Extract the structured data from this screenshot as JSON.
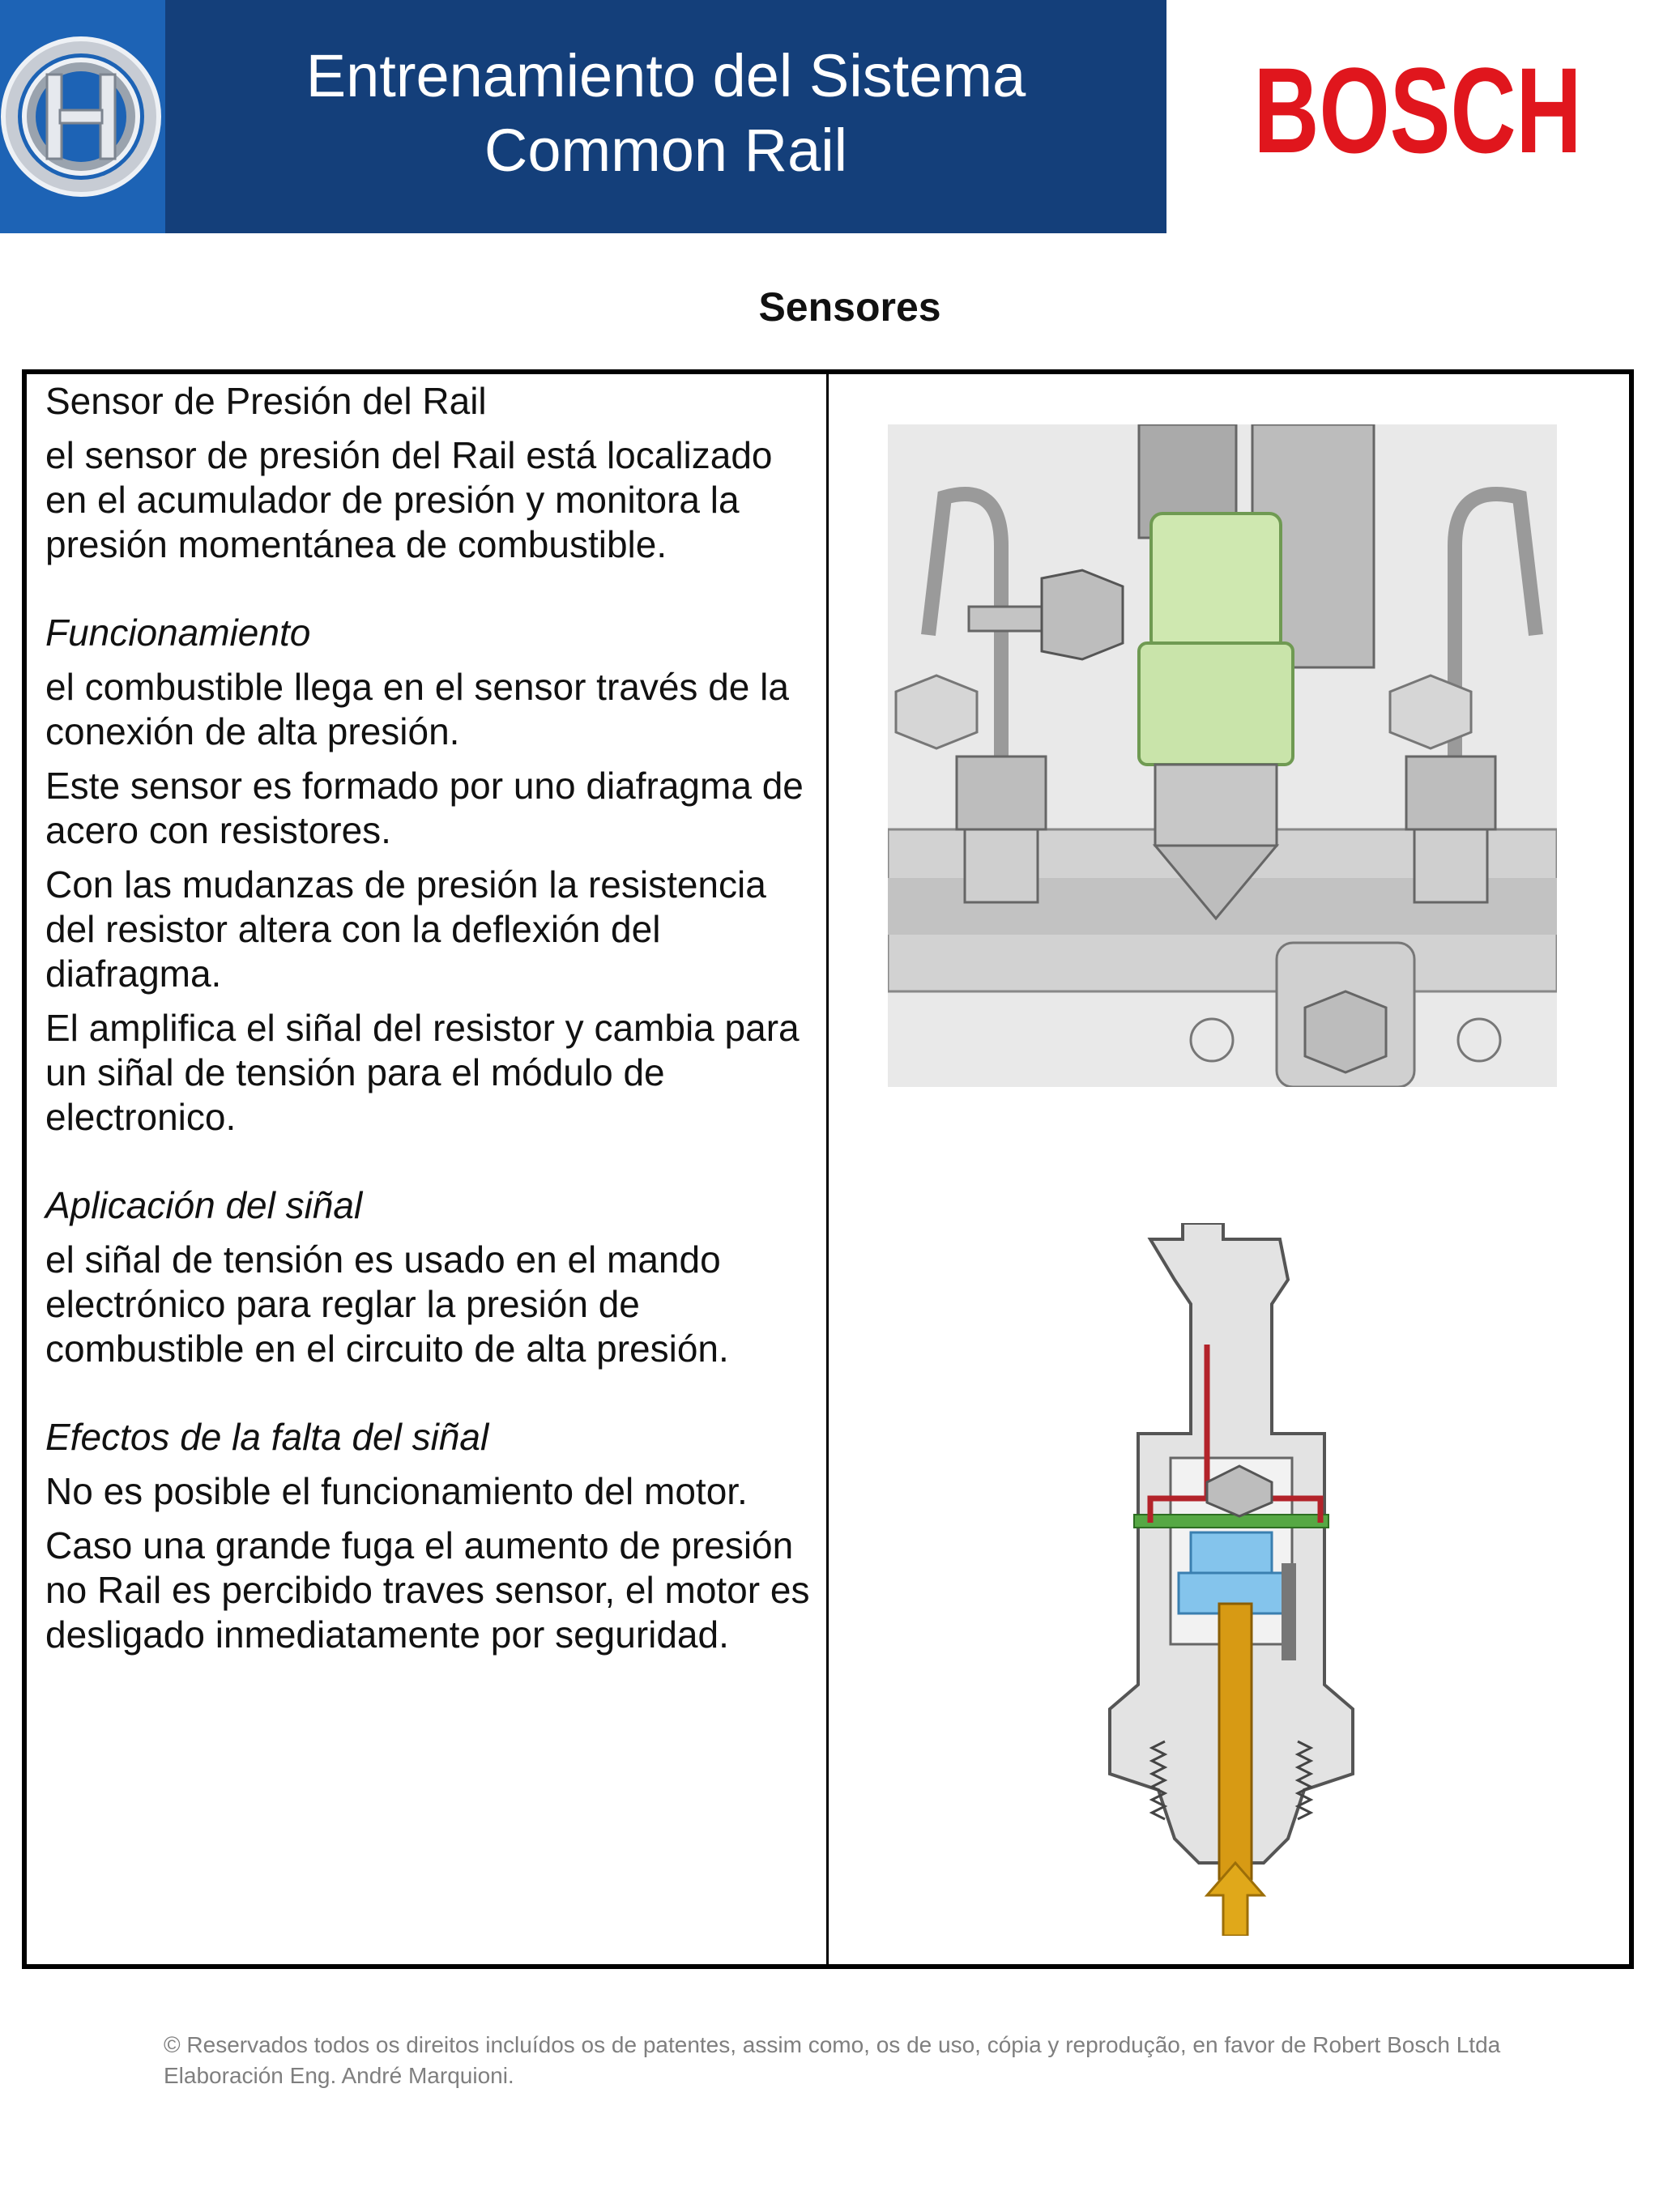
{
  "header": {
    "title_line1": "Entrenamiento del Sistema",
    "title_line2": "Common Rail",
    "brand": "BOSCH",
    "band_color": "#143f7a",
    "logo_tile_color": "#1d63b5",
    "brand_color": "#e0161d"
  },
  "section_title": "Sensores",
  "content": {
    "title": "Sensor de Presión del Rail",
    "intro": "el sensor de presión del Rail está localizado en el acumulador de presión y monitora la presión momentánea de combustible.",
    "funcionamiento": {
      "heading": "Funcionamiento",
      "p1": "el combustible llega en el sensor través de la conexión de alta presión.",
      "p2": "Este sensor es formado por uno diafragma de acero con resistores.",
      "p3": "Con las mudanzas de presión la resistencia del resistor altera con la deflexión del diafragma.",
      "p4": "El amplifica el siñal del resistor y cambia para un siñal de tensión para el módulo de electronico."
    },
    "aplicacion": {
      "heading": "Aplicación del siñal",
      "p1": "el siñal de tensión es usado en el mando electrónico para reglar la presión de combustible en el circuito de alta presión."
    },
    "efectos": {
      "heading": "Efectos de la falta del siñal",
      "p1": "No es posible el funcionamiento del motor.",
      "p2": "Caso una grande fuga el aumento de presión no Rail es percibido traves sensor, el motor es desligado inmediatamente por seguridad."
    }
  },
  "footer": {
    "copyright": "© Reservados todos os direitos incluídos os de patentes, assim como, os de uso, cópia y reprodução, en favor de Robert Bosch Ltda Elaboración Eng. André Marquioni."
  }
}
